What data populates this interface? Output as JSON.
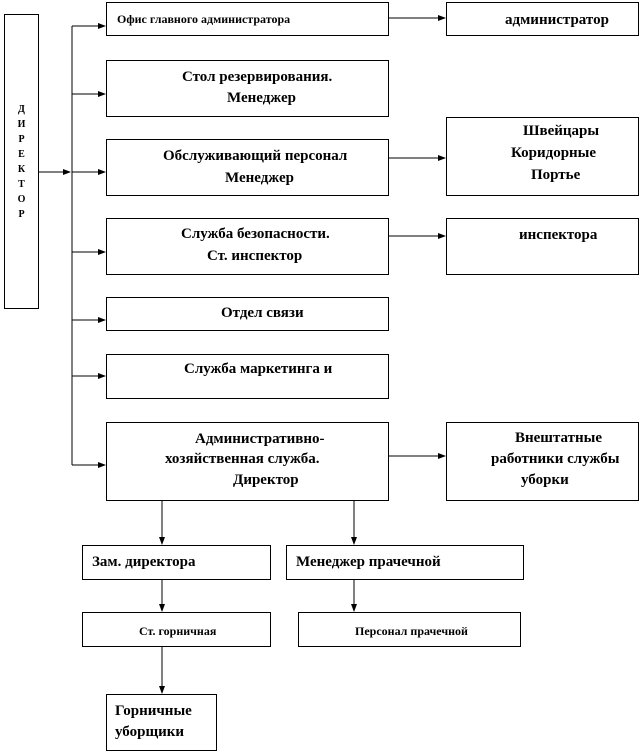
{
  "director": {
    "letters": [
      "Д",
      "И",
      "Р",
      "Е",
      "К",
      "Т",
      "О",
      "Р"
    ]
  },
  "departments": [
    {
      "lines": [
        "Офис главного администратора"
      ]
    },
    {
      "lines": [
        "Стол резервирования.",
        "Менеджер"
      ]
    },
    {
      "lines": [
        "Обслуживающий персонал",
        "Менеджер"
      ]
    },
    {
      "lines": [
        "Служба безопасности.",
        "Ст. инспектор"
      ]
    },
    {
      "lines": [
        "Отдел связи"
      ]
    },
    {
      "lines": [
        "Служба маркетинга и"
      ]
    },
    {
      "lines": [
        "Административно-",
        "хозяйственная служба.",
        "Директор"
      ]
    }
  ],
  "staff": [
    {
      "lines": [
        "администратор"
      ]
    },
    {
      "lines": [
        "Швейцары",
        "Коридорные",
        "Портье"
      ]
    },
    {
      "lines": [
        "инспектора"
      ]
    },
    {
      "lines": [
        "Внештатные",
        "работники службы",
        "уборки"
      ]
    }
  ],
  "sub": {
    "deputy": "Зам. директора",
    "laundry_manager": "Менеджер прачечной",
    "senior_maid": "Ст. горничная",
    "laundry_staff": "Персонал прачечной",
    "maids": [
      "Горничные",
      "уборщики"
    ]
  }
}
